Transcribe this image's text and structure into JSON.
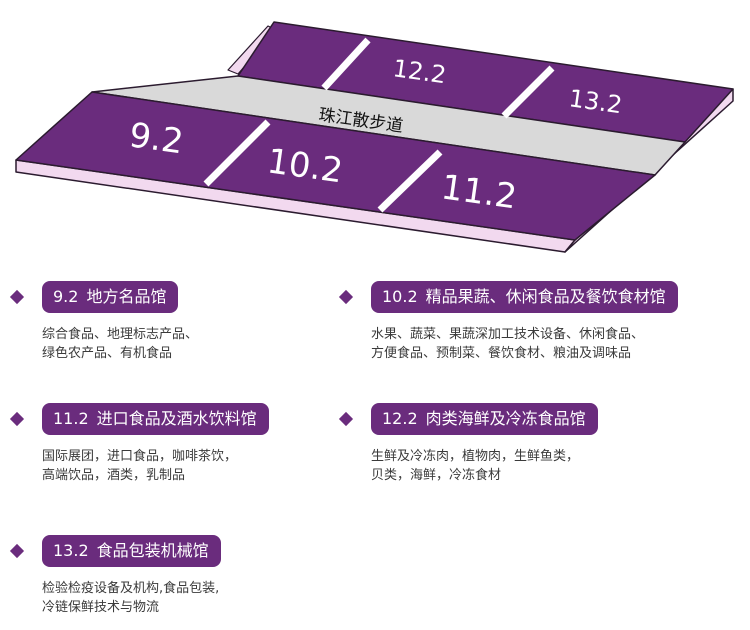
{
  "floorplan": {
    "walkway_label": "珠江散步道",
    "halls": [
      {
        "label": "9.2"
      },
      {
        "label": "10.2"
      },
      {
        "label": "11.2"
      },
      {
        "label": "12.2"
      },
      {
        "label": "13.2"
      }
    ]
  },
  "legend": [
    {
      "number": "9.2",
      "title": "地方名品馆",
      "lines": [
        "综合食品、地理标志产品、",
        "绿色农产品、有机食品"
      ]
    },
    {
      "number": "10.2",
      "title": "精品果蔬、休闲食品及餐饮食材馆",
      "lines": [
        "水果、蔬菜、果蔬深加工技术设备、休闲食品、",
        "方便食品、预制菜、餐饮食材、粮油及调味品"
      ]
    },
    {
      "number": "11.2",
      "title": "进口食品及酒水饮料馆",
      "lines": [
        "国际展团，进口食品，咖啡茶饮，",
        "高端饮品，酒类，乳制品"
      ]
    },
    {
      "number": "12.2",
      "title": "肉类海鲜及冷冻食品馆",
      "lines": [
        "生鲜及冷冻肉，植物肉，生鲜鱼类，",
        "贝类，海鲜，冷冻食材"
      ]
    },
    {
      "number": "13.2",
      "title": "食品包装机械馆",
      "lines": [
        "检验检疫设备及机构,食品包装,",
        "冷链保鲜技术与物流"
      ]
    }
  ],
  "colors": {
    "hall_purple": "#6a2c7d",
    "walkway_gray": "#d9d9d9",
    "base_pink": "#f2d9ef",
    "outline": "#2b1b2f"
  }
}
